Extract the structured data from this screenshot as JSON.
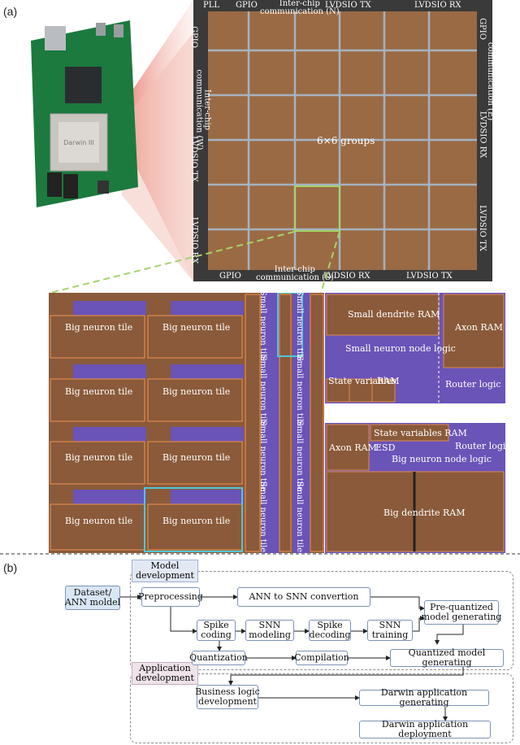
{
  "labels": {
    "a": "(a)",
    "b": "(b)"
  },
  "board": {
    "chip_text": "Darwin III"
  },
  "die": {
    "center": "6×6 groups",
    "top": [
      "PLL",
      "GPIO",
      "Inter-chip\ncommunication (N)",
      "LVDSIO TX",
      "LVDSIO RX"
    ],
    "bottom": [
      "GPIO",
      "Inter-chip\ncommunication (S)",
      "LVDSIO RX",
      "LVDSIO TX"
    ],
    "left": [
      "GPIO",
      "Inter-chip\ncommunication (W)",
      "LVDSIO TX",
      "LVDSIO RX"
    ],
    "right": [
      "GPIO",
      "Inter-chip\ncommunication (E)",
      "LVDSIO RX",
      "LVDSIO TX"
    ]
  },
  "zoom": {
    "big_tile": "Big neuron tile",
    "small_tile": "Small neuron tile"
  },
  "detail_small": {
    "dendrite": "Small dendrite RAM",
    "axon": "Axon RAM",
    "node": "Small neuron node logic",
    "state": "State variables",
    "ram": "RAM",
    "router": "Router logic"
  },
  "detail_big": {
    "state": "State variables RAM",
    "axon": "Axon RAM",
    "esd": "ESD",
    "router": "Router logic",
    "node": "Big neuron node logic",
    "dendrite": "Big dendrite  RAM"
  },
  "colors": {
    "copper": "#8a5a3a",
    "purple": "#6a54b8",
    "orange": "#e0884a",
    "cyan": "#4fc7d8",
    "green": "#a6d46a"
  },
  "flow": {
    "model_dev": "Model\ndevelopment",
    "app_dev": "Application\ndevelopment",
    "dataset": "Dataset/\nANN moldel",
    "preprocessing": "Preprocessing",
    "ann_to_snn": "ANN to SNN convertion",
    "prequant": "Pre-quantized\nmodel generating",
    "spike_coding": "Spike\ncoding",
    "snn_modeling": "SNN\nmodeling",
    "spike_decoding": "Spike\ndecoding",
    "snn_training": "SNN\ntraining",
    "quantization": "Quantization",
    "compilation": "Compilation",
    "quantized": "Quantized model generating",
    "business": "Business logic\ndevelopment",
    "darwin_gen": "Darwin application generating",
    "darwin_deploy": "Darwin application deployment"
  }
}
